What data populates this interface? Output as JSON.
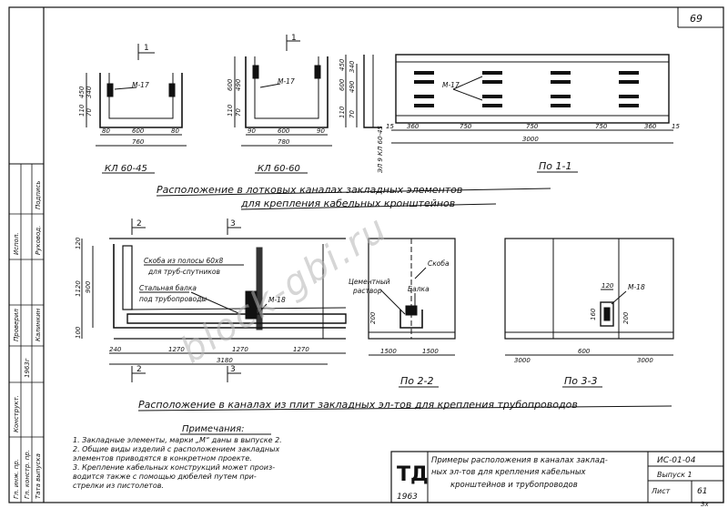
{
  "sheet": {
    "page_number": "69",
    "watermark": "block-gbi.ru"
  },
  "figures": {
    "kl60_45": {
      "caption": "КЛ 60-45",
      "mark": "М-17",
      "dims": {
        "w_in": "600",
        "w_out": "760",
        "edge_l": "80",
        "edge_r": "80",
        "h1": "450",
        "h2": "340",
        "h3": "110",
        "h4": "70",
        "sec": "1"
      }
    },
    "kl60_60": {
      "caption": "КЛ 60-60",
      "mark": "М-17",
      "dims": {
        "w_in": "600",
        "w_out": "780",
        "edge_l": "90",
        "edge_r": "90",
        "h1": "600",
        "h2": "490",
        "h3": "110",
        "h4": "70",
        "sec": "1"
      }
    },
    "side_section": {
      "caption": "ЭЛ 9 КЛ 60-45",
      "dims": {
        "h1": "450",
        "h2": "340",
        "h3": "600",
        "h4": "490",
        "h5": "110",
        "h6": "70"
      }
    },
    "plan_1_1": {
      "caption": "По 1-1",
      "mark": "М-17",
      "dims": [
        "15",
        "360",
        "750",
        "750",
        "750",
        "360",
        "15"
      ],
      "total": "3000"
    },
    "section_channel": {
      "labels": [
        "Скоба из полосы 60х8",
        "для труб-спутников",
        "Стальная балка",
        "под трубопроводы",
        "М-18"
      ],
      "dims_bottom": [
        "240",
        "1270",
        "1270",
        "1270"
      ],
      "total": "3180",
      "dims_left": [
        "120",
        "1120",
        "900",
        "100"
      ],
      "sec2": "2",
      "sec3": "3"
    },
    "section_2_2": {
      "caption": "По 2-2",
      "labels": [
        "Скоба",
        "Цементный",
        "раствор",
        "Балка"
      ],
      "dims": [
        "1500",
        "1500"
      ],
      "h": "200"
    },
    "section_3_3": {
      "caption": "По 3-3",
      "labels": [
        "М-18"
      ],
      "dims_small": [
        "120",
        "160",
        "200"
      ],
      "dims": [
        "3000",
        "600",
        "3000"
      ]
    }
  },
  "headings": {
    "h1": "Расположение в лотковых каналах закладных элементов",
    "h1b": "для крепления кабельных кронштейнов",
    "h2": "Расположение в каналах из плит закладных эл-тов для крепления трубопроводов"
  },
  "notes": {
    "title": "Примечания:",
    "items": [
      "1. Закладные элементы, марки „М“ даны в выпуске 2.",
      "2. Общие виды изделий с расположением закладных",
      "   элементов приводятся в конкретном проекте.",
      "3. Крепление кабельных конструкций может произ-",
      "   водится также с помощью дюбелей путем при-",
      "   стрелки из пистолетов."
    ]
  },
  "stamp": {
    "logo": "ТД",
    "year": "1963",
    "description": [
      "Примеры расположения в каналах заклад-",
      "ных эл-тов для крепления кабельных",
      "кронштейнов и трубопроводов"
    ],
    "code": "ИС-01-04",
    "issue": "Выпуск 1",
    "sheet_label": "Лист",
    "sheet_no": "61",
    "corner": "3х"
  },
  "side_table": {
    "cols": [
      "Проверил",
      "Испол.",
      "Конструкт.",
      "Гл. констр. пр.",
      "Гл. инж. пр."
    ],
    "rows2": [
      "Калинкин",
      "Руковод.",
      "Подпись"
    ],
    "misc": [
      "Тата выпуска",
      "1963г"
    ]
  }
}
